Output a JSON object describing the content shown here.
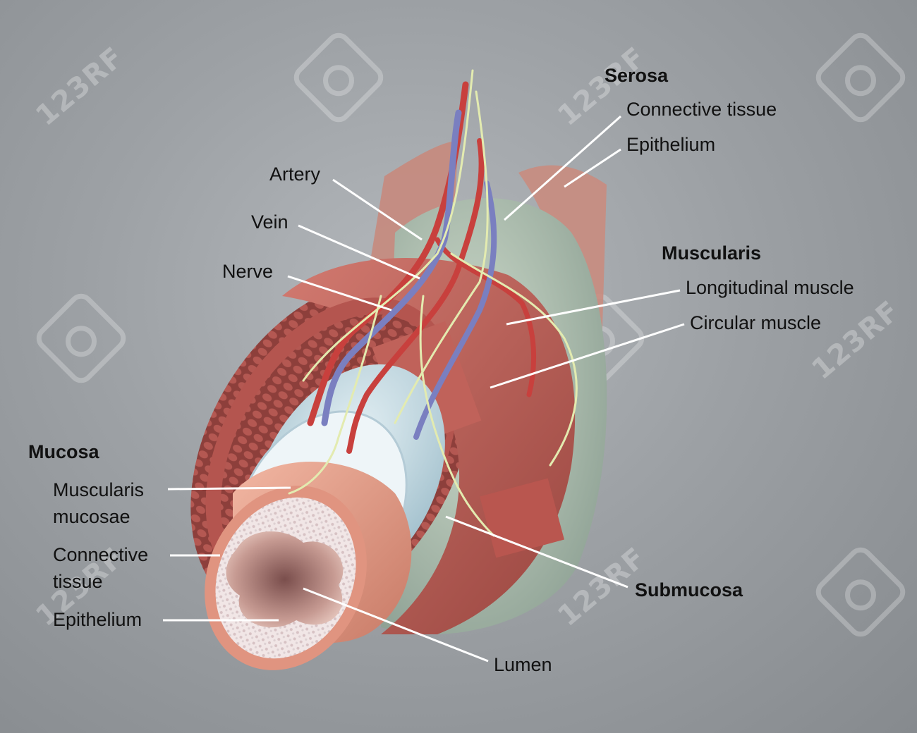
{
  "watermark": "123RF",
  "labels": {
    "serosa": "Serosa",
    "serosa_connective": "Connective tissue",
    "serosa_epithelium": "Epithelium",
    "artery": "Artery",
    "vein": "Vein",
    "nerve": "Nerve",
    "muscularis": "Muscularis",
    "longitudinal": "Longitudinal muscle",
    "circular": "Circular muscle",
    "mucosa": "Mucosa",
    "muscularis_mucosae_1": "Muscularis",
    "muscularis_mucosae_2": "mucosae",
    "mucosa_connective_1": "Connective",
    "mucosa_connective_2": "tissue",
    "mucosa_epithelium": "Epithelium",
    "submucosa": "Submucosa",
    "lumen": "Lumen"
  },
  "colors": {
    "muscle": "#c0625a",
    "muscle_dark": "#8e3d38",
    "serosa": "#a7b9ab",
    "submucosa": "#b9d0da",
    "mucosa": "#e19a86",
    "artery": "#c8403d",
    "vein": "#7a7fc0",
    "nerve": "#e3ebb0"
  }
}
